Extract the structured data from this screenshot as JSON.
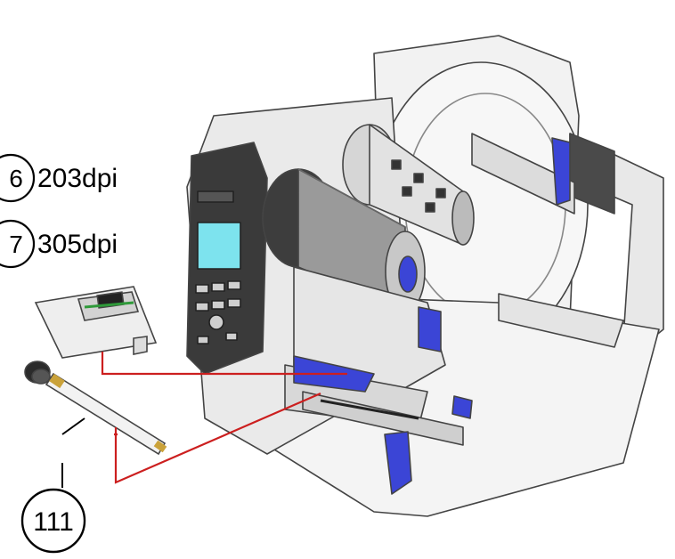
{
  "callouts": [
    {
      "number": "6",
      "label": "203dpi"
    },
    {
      "number": "7",
      "label": "305dpi"
    }
  ],
  "part_number": "111",
  "colors": {
    "leader_line": "#cc1f1f",
    "handle": "#3b45d6",
    "body_light": "#eeeeee",
    "outline": "#444444",
    "display": "#7de3ee"
  }
}
